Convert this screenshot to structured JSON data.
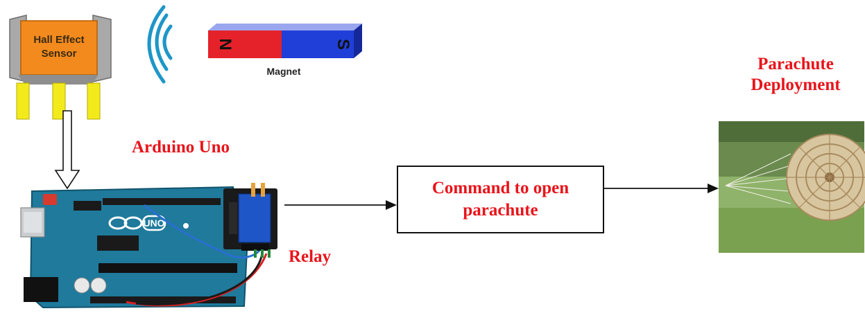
{
  "sensor": {
    "label_line1": "Hall Effect",
    "label_line2": "Sensor"
  },
  "magnet": {
    "label": "Magnet",
    "north": "N",
    "south": "S"
  },
  "arduino": {
    "label": "Arduino Uno",
    "board_text": "UNO"
  },
  "relay": {
    "label": "Relay"
  },
  "command": {
    "line1": "Command to open",
    "line2": "parachute"
  },
  "deployment": {
    "line1": "Parachute",
    "line2": "Deployment"
  },
  "colors": {
    "label_red": "#e8141b",
    "board_blue": "#1f7a9c",
    "sensor_orange": "#f28a1e",
    "magnet_red": "#e5222a",
    "magnet_blue": "#1f3fd8",
    "wave_blue": "#1e96c8"
  }
}
